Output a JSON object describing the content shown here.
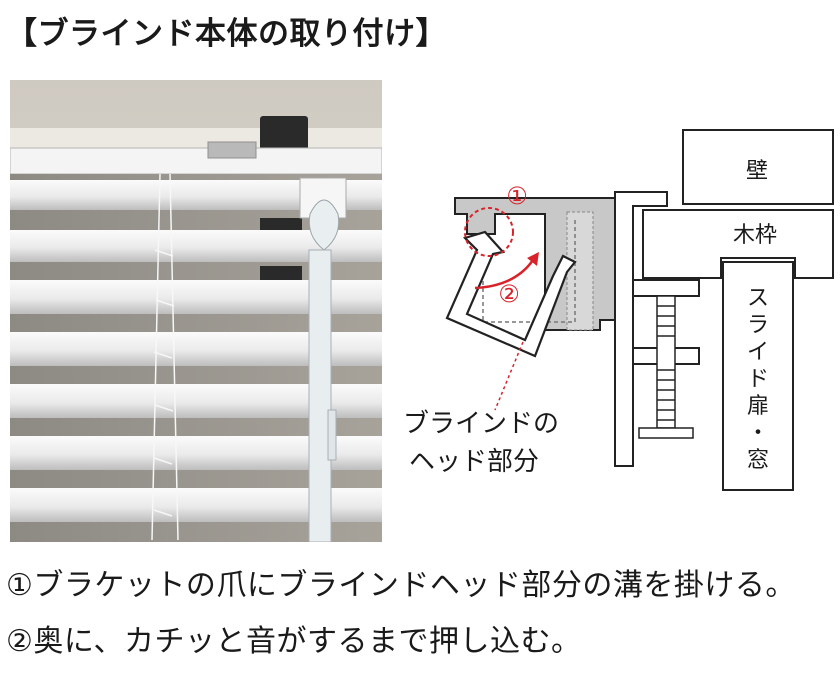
{
  "title": "【ブラインド本体の取り付け】",
  "diagram": {
    "label_wall": "壁",
    "label_frame": "木枠",
    "label_slide_door": [
      "ス",
      "ラ",
      "イ",
      "ド",
      "扉",
      "・",
      "窓"
    ],
    "label_head_line1": "ブラインドの",
    "label_head_line2": "ヘッド部分",
    "marker1": "①",
    "marker2": "②"
  },
  "instructions": {
    "step1": "①ブラケットの爪にブラインドヘッド部分の溝を掛ける。",
    "step2": "②奥に、カチッと音がするまで押し込む。"
  },
  "colors": {
    "text": "#1a1a1a",
    "accent_red": "#d8232a",
    "bracket_gray": "#c8c8c8"
  }
}
